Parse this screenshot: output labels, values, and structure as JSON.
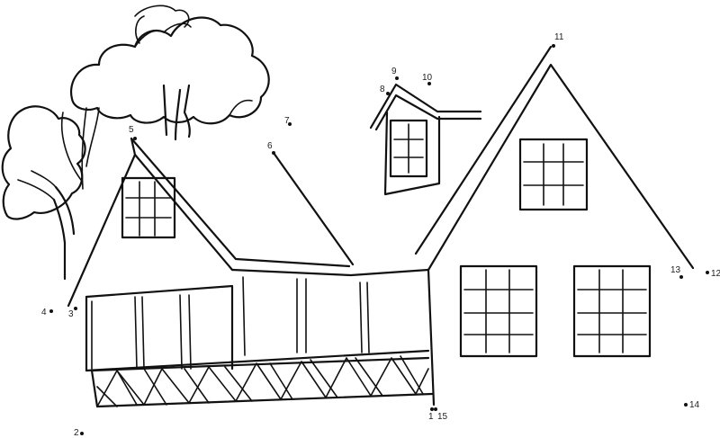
{
  "dots": [
    {
      "label": "1"
    },
    {
      "label": "2"
    },
    {
      "label": "3"
    },
    {
      "label": "4"
    },
    {
      "label": "5"
    },
    {
      "label": "6"
    },
    {
      "label": "7"
    },
    {
      "label": "8"
    },
    {
      "label": "9"
    },
    {
      "label": "10"
    },
    {
      "label": "11"
    },
    {
      "label": "12"
    },
    {
      "label": "13"
    },
    {
      "label": "14"
    },
    {
      "label": "15"
    }
  ]
}
